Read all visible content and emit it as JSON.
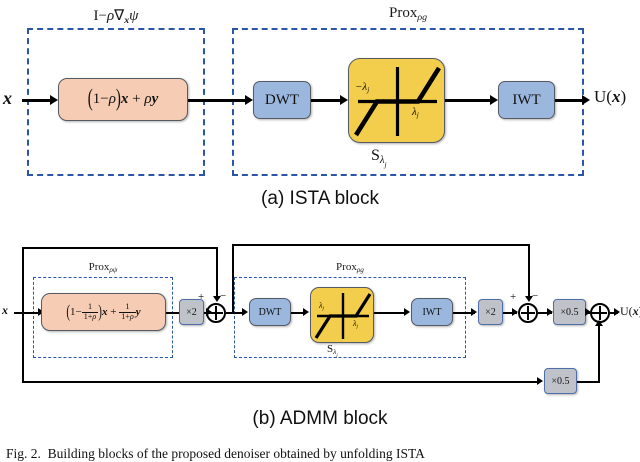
{
  "figure": {
    "caption": "Fig. 2.   Building blocks of the proposed denoiser obtained by unfolding ISTA",
    "caption_prefix": "Fig. 2.",
    "caption_text": "Building blocks of the proposed denoiser obtained by unfolding ISTA"
  },
  "colors": {
    "dashed_frame": "#2a55a8",
    "peach_box": "#f6cdb4",
    "blue_box": "#9bb7de",
    "yellow_box": "#f2ce4c",
    "gray_box": "#bfc3c9",
    "line": "#000000"
  },
  "panel_a": {
    "caption": "(a) ISTA block",
    "input_label": "x",
    "output_label_fn": "U",
    "output_label_arg": "x",
    "group_left_label": {
      "identity": "I",
      "minus": "−",
      "rho": "ρ",
      "nabla": "∇",
      "nabla_sub": "x",
      "psi": "ψ"
    },
    "group_right_label": {
      "name": "Prox",
      "subscript": "ρg"
    },
    "update_box": {
      "open_paren": "(",
      "one": "1",
      "minus": "−",
      "rho": "ρ",
      "close_paren": ")",
      "x": "x",
      "plus": "+",
      "rho2": "ρ",
      "y": "y"
    },
    "dwt_label": "DWT",
    "iwt_label": "IWT",
    "threshold": {
      "neg_lambda": "−λ",
      "neg_lambda_sub": "j",
      "pos_lambda": "λ",
      "pos_lambda_sub": "j",
      "operator": "S",
      "operator_sub_lambda": "λ",
      "operator_sub_index": "j"
    }
  },
  "panel_b": {
    "caption": "(b) ADMM block",
    "input_label": "x",
    "output_label_fn": "U",
    "output_label_arg": "x",
    "group_left_label": {
      "name": "Prox",
      "subscript": "ρψ"
    },
    "group_right_label": {
      "name": "Prox",
      "subscript": "ρg"
    },
    "update_box": {
      "open_paren": "(",
      "one": "1",
      "minus": "−",
      "frac_num": "1",
      "frac_den_one": "1",
      "frac_den_plus": "+",
      "frac_den_rho": "ρ",
      "close_paren": ")",
      "x": "x",
      "plus": "+",
      "frac2_num": "1",
      "frac2_den_one": "1",
      "frac2_den_plus": "+",
      "frac2_den_rho": "ρ",
      "y": "y"
    },
    "dwt_label": "DWT",
    "iwt_label": "IWT",
    "threshold": {
      "neg_lambda": "λ",
      "neg_lambda_sub": "j",
      "pos_lambda": "λ",
      "pos_lambda_sub": "j",
      "operator": "S",
      "operator_sub_lambda": "λ",
      "operator_sub_index": "j"
    },
    "gain_1": "×2",
    "gain_2": "×2",
    "gain_3": "×0.5",
    "gain_4": "×0.5",
    "sum_1_plus": "+",
    "sum_1_minus": "−",
    "sum_2_plus": "+",
    "sum_2_minus": "−"
  }
}
